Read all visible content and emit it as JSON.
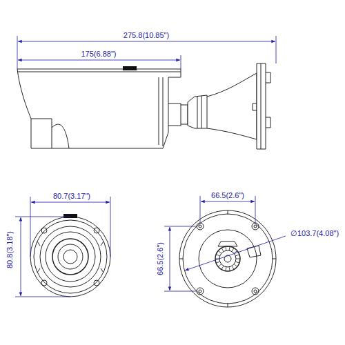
{
  "diagram": {
    "labels": [
      "275.8(10.85\")",
      "175(6.88\")",
      "80.7(3.17\")",
      "80.8(3.18\")",
      "66.5(2.6\")",
      "66.5(2.6\")",
      "∅103.7(4.08\")"
    ]
  }
}
